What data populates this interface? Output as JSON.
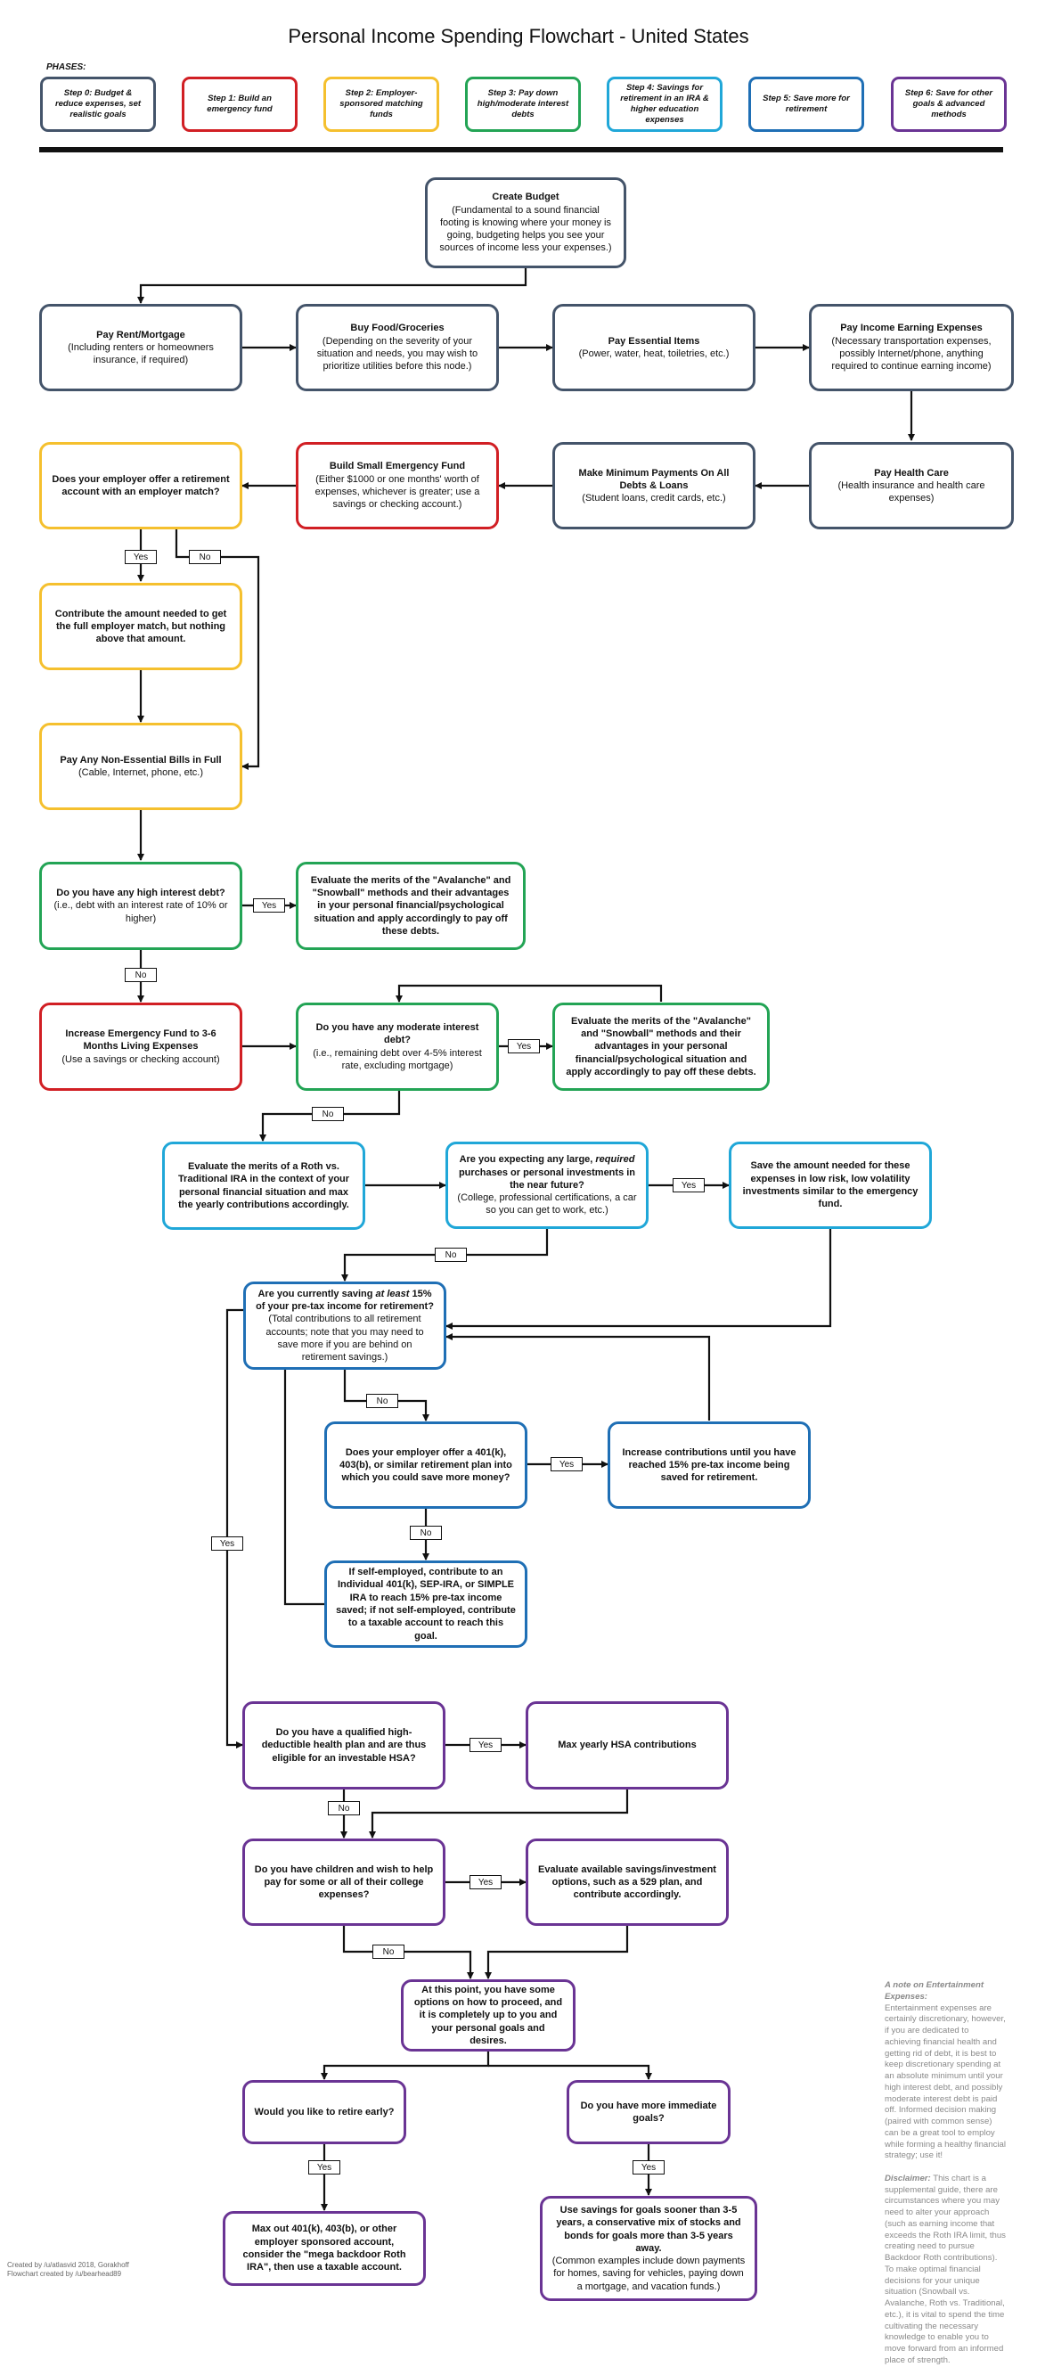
{
  "title": "Personal Income Spending Flowchart - United States",
  "phases_label": "PHASES:",
  "phases": [
    {
      "label": "Step 0: Budget & reduce expenses, set realistic goals",
      "color": "#44546a"
    },
    {
      "label": "Step 1: Build an emergency fund",
      "color": "#d11f24"
    },
    {
      "label": "Step 2: Employer-sponsored matching funds",
      "color": "#f5c02e"
    },
    {
      "label": "Step 3: Pay down high/moderate interest debts",
      "color": "#23a455"
    },
    {
      "label": "Step 4: Savings for retirement in an IRA & higher education expenses",
      "color": "#20a7d8"
    },
    {
      "label": "Step 5: Save more for retirement",
      "color": "#1f6fb5"
    },
    {
      "label": "Step 6: Save for other goals & advanced methods",
      "color": "#6a3494"
    }
  ],
  "nodes": {
    "create_budget": {
      "title": "Create Budget",
      "desc": "(Fundamental to a sound financial footing is knowing where your money is going, budgeting helps you see your sources of income less your expenses.)"
    },
    "pay_rent": {
      "title": "Pay Rent/Mortgage",
      "desc": "(Including renters or homeowners insurance, if required)"
    },
    "buy_food": {
      "title": "Buy Food/Groceries",
      "desc": "(Depending on the severity of your situation and needs, you may wish to prioritize utilities before this node.)"
    },
    "essential_items": {
      "title": "Pay Essential Items",
      "desc": "(Power, water, heat, toiletries, etc.)"
    },
    "income_expenses": {
      "title": "Pay Income Earning Expenses",
      "desc": "(Necessary transportation expenses, possibly Internet/phone, anything required to continue earning income)"
    },
    "health_care": {
      "title": "Pay Health Care",
      "desc": "(Health insurance and health care expenses)"
    },
    "min_payments": {
      "title": "Make Minimum Payments On All Debts & Loans",
      "desc": "(Student loans, credit cards, etc.)"
    },
    "small_emergency": {
      "title": "Build Small Emergency Fund",
      "desc": "(Either $1000 or one months' worth of expenses, whichever is greater; use a savings or checking account.)"
    },
    "employer_match_q": {
      "title": "Does your employer offer a retirement account with an employer match?",
      "desc": ""
    },
    "contribute_match": {
      "title": "Contribute the amount needed to get the full employer match, but nothing above that amount.",
      "desc": ""
    },
    "non_essential": {
      "title": "Pay Any Non-Essential Bills in Full",
      "desc": "(Cable, Internet, phone, etc.)"
    },
    "high_debt_q": {
      "title": "Do you have any high interest debt?",
      "desc": "(i.e., debt with an interest rate of 10% or higher)"
    },
    "avalanche_high": {
      "title": "Evaluate the merits of the \"Avalanche\" and \"Snowball\" methods and their advantages in your personal financial/psychological situation and apply accordingly to pay off these debts.",
      "desc": ""
    },
    "increase_emergency": {
      "title": "Increase Emergency Fund to 3-6 Months Living Expenses",
      "desc": "(Use a savings or checking account)"
    },
    "moderate_debt_q": {
      "title": "Do you have any moderate interest debt?",
      "desc": "(i.e., remaining debt over 4-5% interest rate, excluding mortgage)"
    },
    "avalanche_mod": {
      "title": "Evaluate the merits of the \"Avalanche\" and \"Snowball\" methods and their advantages in your personal financial/psychological situation and apply accordingly to pay off these debts.",
      "desc": ""
    },
    "roth_ira": {
      "title": "Evaluate the merits of a Roth vs. Traditional IRA in the context of your personal financial situation and max the yearly contributions accordingly.",
      "desc": ""
    },
    "large_purchase_q_a": "Are you expecting any large, ",
    "large_purchase_q_em": "required",
    "large_purchase_q_b": " purchases or personal investments in the near future?",
    "large_purchase_desc": "(College, professional certifications, a car so you can get to work, etc.)",
    "save_amount": {
      "title": "Save the amount needed for these expenses in low risk, low volatility investments similar to the emergency fund.",
      "desc": ""
    },
    "saving15_q_a": "Are you currently saving ",
    "saving15_q_em": "at least",
    "saving15_q_b": " 15% of your pre-tax income for retirement?",
    "saving15_desc": "(Total contributions to all retirement accounts; note that you may need to save more if you are behind on retirement savings.)",
    "employer_401k_q": {
      "title": "Does your employer offer a 401(k), 403(b), or similar retirement plan into which you could save more money?",
      "desc": ""
    },
    "increase_contrib": {
      "title": "Increase contributions until you have reached 15% pre-tax income being saved for retirement.",
      "desc": ""
    },
    "self_employed": {
      "title": "If self-employed, contribute to an Individual 401(k), SEP-IRA, or SIMPLE IRA to reach 15% pre-tax income saved; if not self-employed, contribute to a taxable account to reach this goal.",
      "desc": ""
    },
    "hsa_q": {
      "title": "Do you have a qualified high-deductible health plan and are thus eligible for an investable HSA?",
      "desc": ""
    },
    "max_hsa": {
      "title": "Max yearly HSA contributions",
      "desc": ""
    },
    "children_q": {
      "title": "Do you have children and wish to help pay for some or all of their college expenses?",
      "desc": ""
    },
    "evaluate_529": {
      "title": "Evaluate available savings/investment options, such as a 529 plan, and contribute accordingly.",
      "desc": ""
    },
    "options": {
      "title": "At this point, you have some options on how to proceed, and it is completely up to you and your personal goals and desires.",
      "desc": ""
    },
    "retire_early_q": {
      "title": "Would you like to retire early?",
      "desc": ""
    },
    "immediate_goals_q": {
      "title": "Do you have more immediate goals?",
      "desc": ""
    },
    "max_out": {
      "title": "Max out 401(k), 403(b), or other employer sponsored account, consider the \"mega backdoor Roth IRA\", then use a taxable account.",
      "desc": ""
    },
    "use_savings": {
      "title": "Use savings for goals sooner than 3-5 years, a conservative mix of stocks and bonds for goals more than 3-5 years away.",
      "desc": "(Common examples include down payments for homes, saving for vehicles, paying down a mortgage, and vacation funds.)"
    }
  },
  "labels": {
    "yes": "Yes",
    "no": "No"
  },
  "note": {
    "heading": "A note on Entertainment Expenses:",
    "text": "Entertainment expenses are certainly discretionary, however, if you are dedicated to achieving financial health and getting rid of debt, it is best to keep discretionary spending at an absolute minimum until your high interest debt, and possibly moderate interest debt is paid off. Informed decision making (paired with common sense) can be a great tool to employ while forming a healthy financial strategy; use it!",
    "disclaimer_heading": "Disclaimer:",
    "disclaimer_text": "This chart is a supplemental guide, there are circumstances where you may need to alter your approach (such as earning income that exceeds the Roth IRA limit, thus creating need to pursue Backdoor Roth contributions). To make optimal financial decisions for your unique situation (Snowball vs. Avalanche, Roth vs. Traditional, etc.), it is vital to spend the time cultivating the necessary knowledge to enable you to move forward from an informed place of strength."
  },
  "credits": {
    "line1": "Created by /u/atlasvid 2018, Gorakhoff",
    "line2": "Flowchart created by /u/bearhead89"
  }
}
